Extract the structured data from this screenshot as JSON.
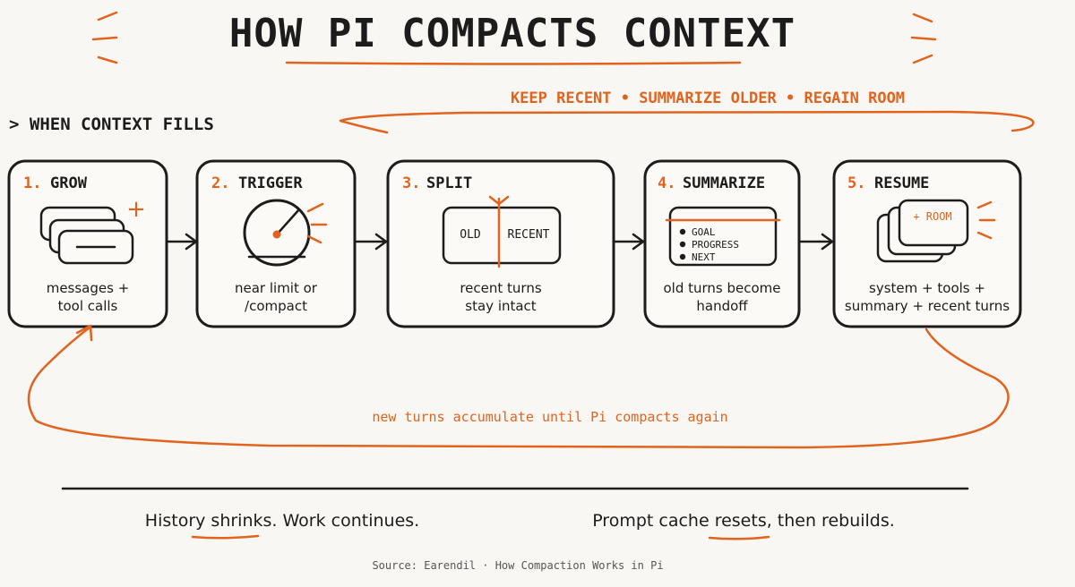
{
  "title": "HOW PI COMPACTS CONTEXT",
  "banner": "KEEP RECENT • SUMMARIZE OLDER • REGAIN ROOM",
  "section_label": "> WHEN CONTEXT FILLS",
  "steps": [
    {
      "number": "1.",
      "title": "GROW",
      "caption_line1": "messages +",
      "caption_line2": "tool calls",
      "plus": "+"
    },
    {
      "number": "2.",
      "title": "TRIGGER",
      "caption_line1": "near limit or",
      "caption_line2": "/compact"
    },
    {
      "number": "3.",
      "title": "SPLIT",
      "caption_line1": "recent turns",
      "caption_line2": "stay intact",
      "old_label": "OLD",
      "recent_label": "RECENT"
    },
    {
      "number": "4.",
      "title": "SUMMARIZE",
      "caption_line1": "old turns become",
      "caption_line2": "handoff",
      "bullets": [
        "GOAL",
        "PROGRESS",
        "NEXT"
      ]
    },
    {
      "number": "5.",
      "title": "RESUME",
      "caption_line1": "system + tools +",
      "caption_line2": "summary + recent turns",
      "room_label": "+ ROOM"
    }
  ],
  "loop_label": "new turns accumulate until Pi compacts again",
  "footer": {
    "left": "History shrinks. Work continues.",
    "right": "Prompt cache resets, then rebuilds."
  },
  "source": "Source: Earendil · How Compaction Works in Pi",
  "colors": {
    "accent": "#e0641f",
    "ink": "#1c1c1c",
    "background": "#f8f7f3"
  }
}
